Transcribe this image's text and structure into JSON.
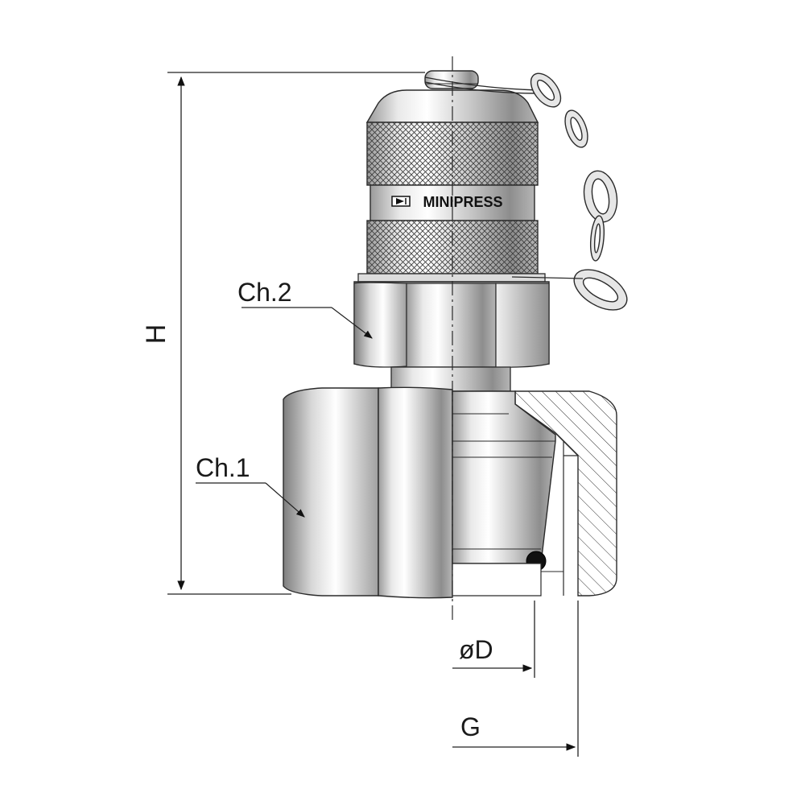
{
  "labels": {
    "height": "H",
    "wrench_size_1": "Ch.1",
    "wrench_size_2": "Ch.2",
    "inner_diameter": "øD",
    "thread": "G"
  },
  "brand": {
    "name": "MINIPRESS",
    "logo_icon": "minipress-logo-icon"
  },
  "colors": {
    "outline": "#2a2a2a",
    "metal_light": "#f2f2f2",
    "metal_dark": "#8a8a8a",
    "background": "#ffffff"
  }
}
